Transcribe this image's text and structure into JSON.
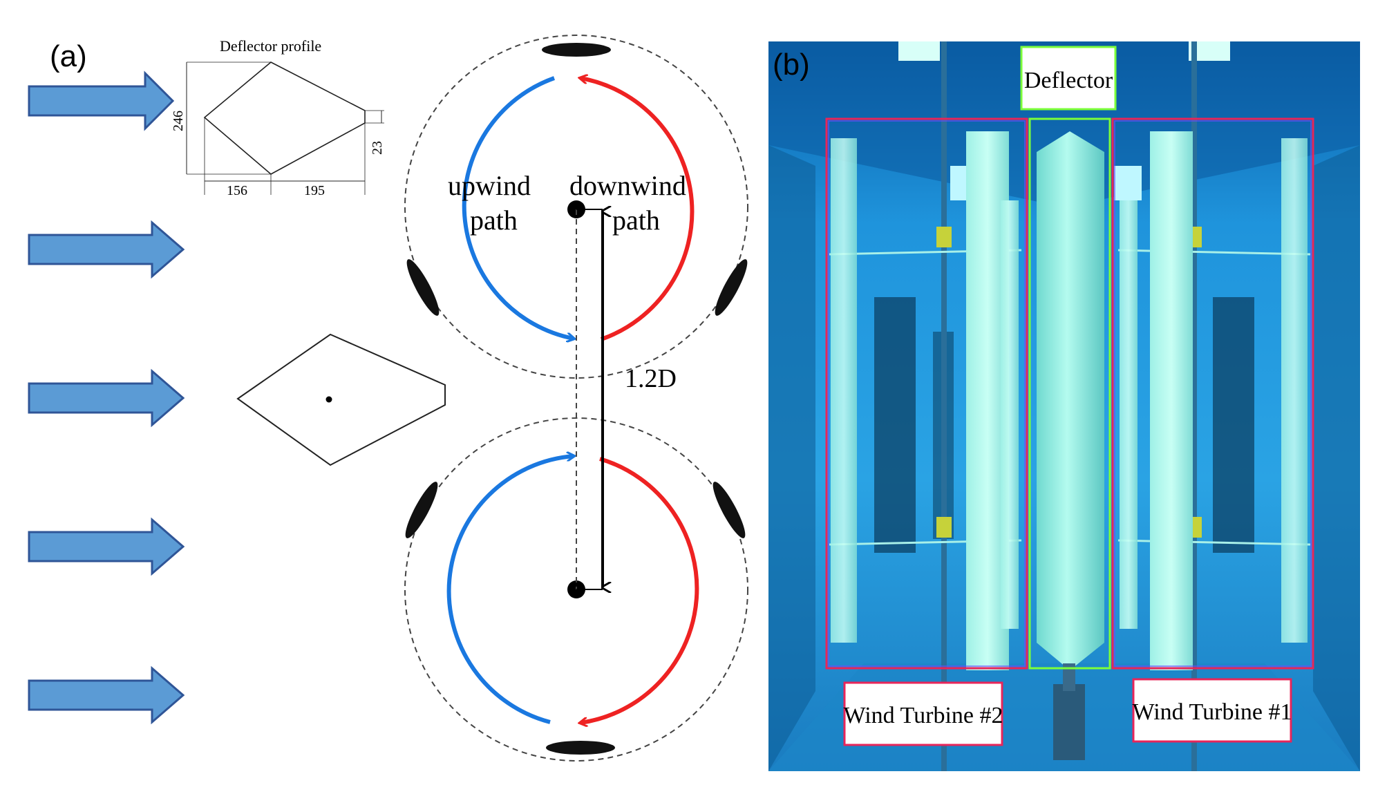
{
  "panel_a": {
    "label": "(a)",
    "profile_title": "Deflector profile",
    "dims": {
      "height": "246",
      "tail": "23",
      "front": "156",
      "rear": "195"
    },
    "upwind_line1": "upwind",
    "upwind_line2": "path",
    "downwind_line1": "downwind",
    "downwind_line2": "path",
    "spacing": "1.2D",
    "flow_arrow_count": 5
  },
  "panel_b": {
    "label": "(b)",
    "deflector_label": "Deflector",
    "turbine_left": "Wind Turbine #2",
    "turbine_right": "Wind Turbine #1"
  },
  "colors": {
    "flow_arrow_fill": "#5b9bd5",
    "flow_arrow_stroke": "#2f5597",
    "upwind": "#1a78e0",
    "downwind": "#ee2222",
    "photo_bg": "#1e8fd8",
    "box_turbine": "#e8255a",
    "box_deflector": "#7cff3a"
  }
}
